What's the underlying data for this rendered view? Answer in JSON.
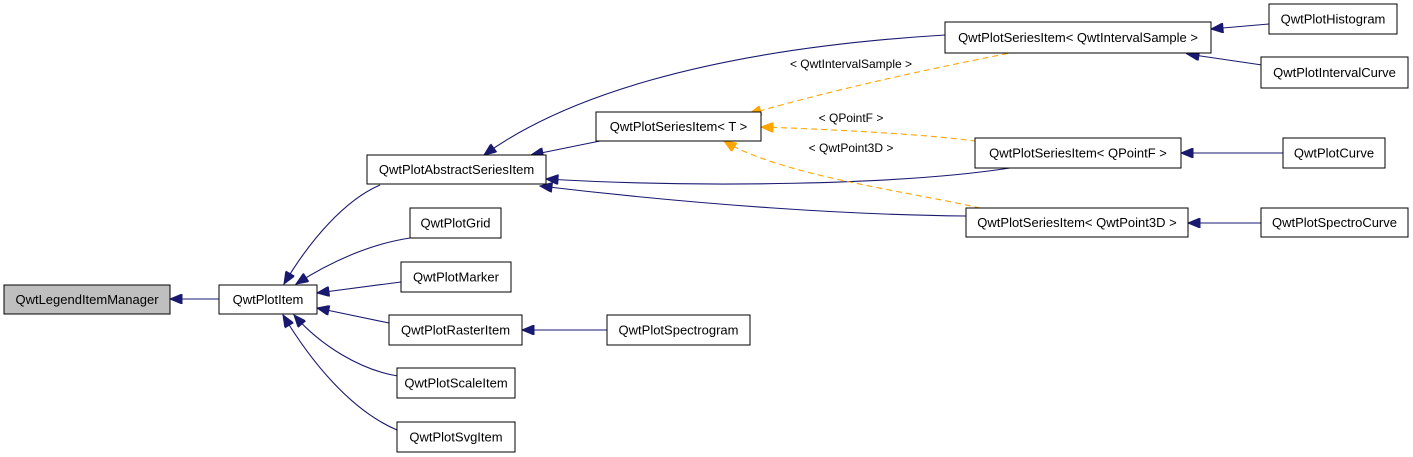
{
  "colors": {
    "inheritance_edge": "#191970",
    "template_edge": "#ffa500",
    "highlight_fill": "#bfbfbf"
  },
  "nodes": {
    "legend_item_manager": "QwtLegendItemManager",
    "plot_item": "QwtPlotItem",
    "abstract_series_item": "QwtPlotAbstractSeriesItem",
    "series_item_t": "QwtPlotSeriesItem< T >",
    "series_item_interval": "QwtPlotSeriesItem< QwtIntervalSample >",
    "series_item_pointf": "QwtPlotSeriesItem< QPointF >",
    "series_item_point3d": "QwtPlotSeriesItem< QwtPoint3D >",
    "histogram": "QwtPlotHistogram",
    "interval_curve": "QwtPlotIntervalCurve",
    "curve": "QwtPlotCurve",
    "spectro_curve": "QwtPlotSpectroCurve",
    "grid": "QwtPlotGrid",
    "marker": "QwtPlotMarker",
    "raster_item": "QwtPlotRasterItem",
    "spectrogram": "QwtPlotSpectrogram",
    "scale_item": "QwtPlotScaleItem",
    "svg_item": "QwtPlotSvgItem"
  },
  "edge_labels": {
    "interval_sample": "< QwtIntervalSample >",
    "pointf": "< QPointF >",
    "point3d": "< QwtPoint3D >"
  }
}
